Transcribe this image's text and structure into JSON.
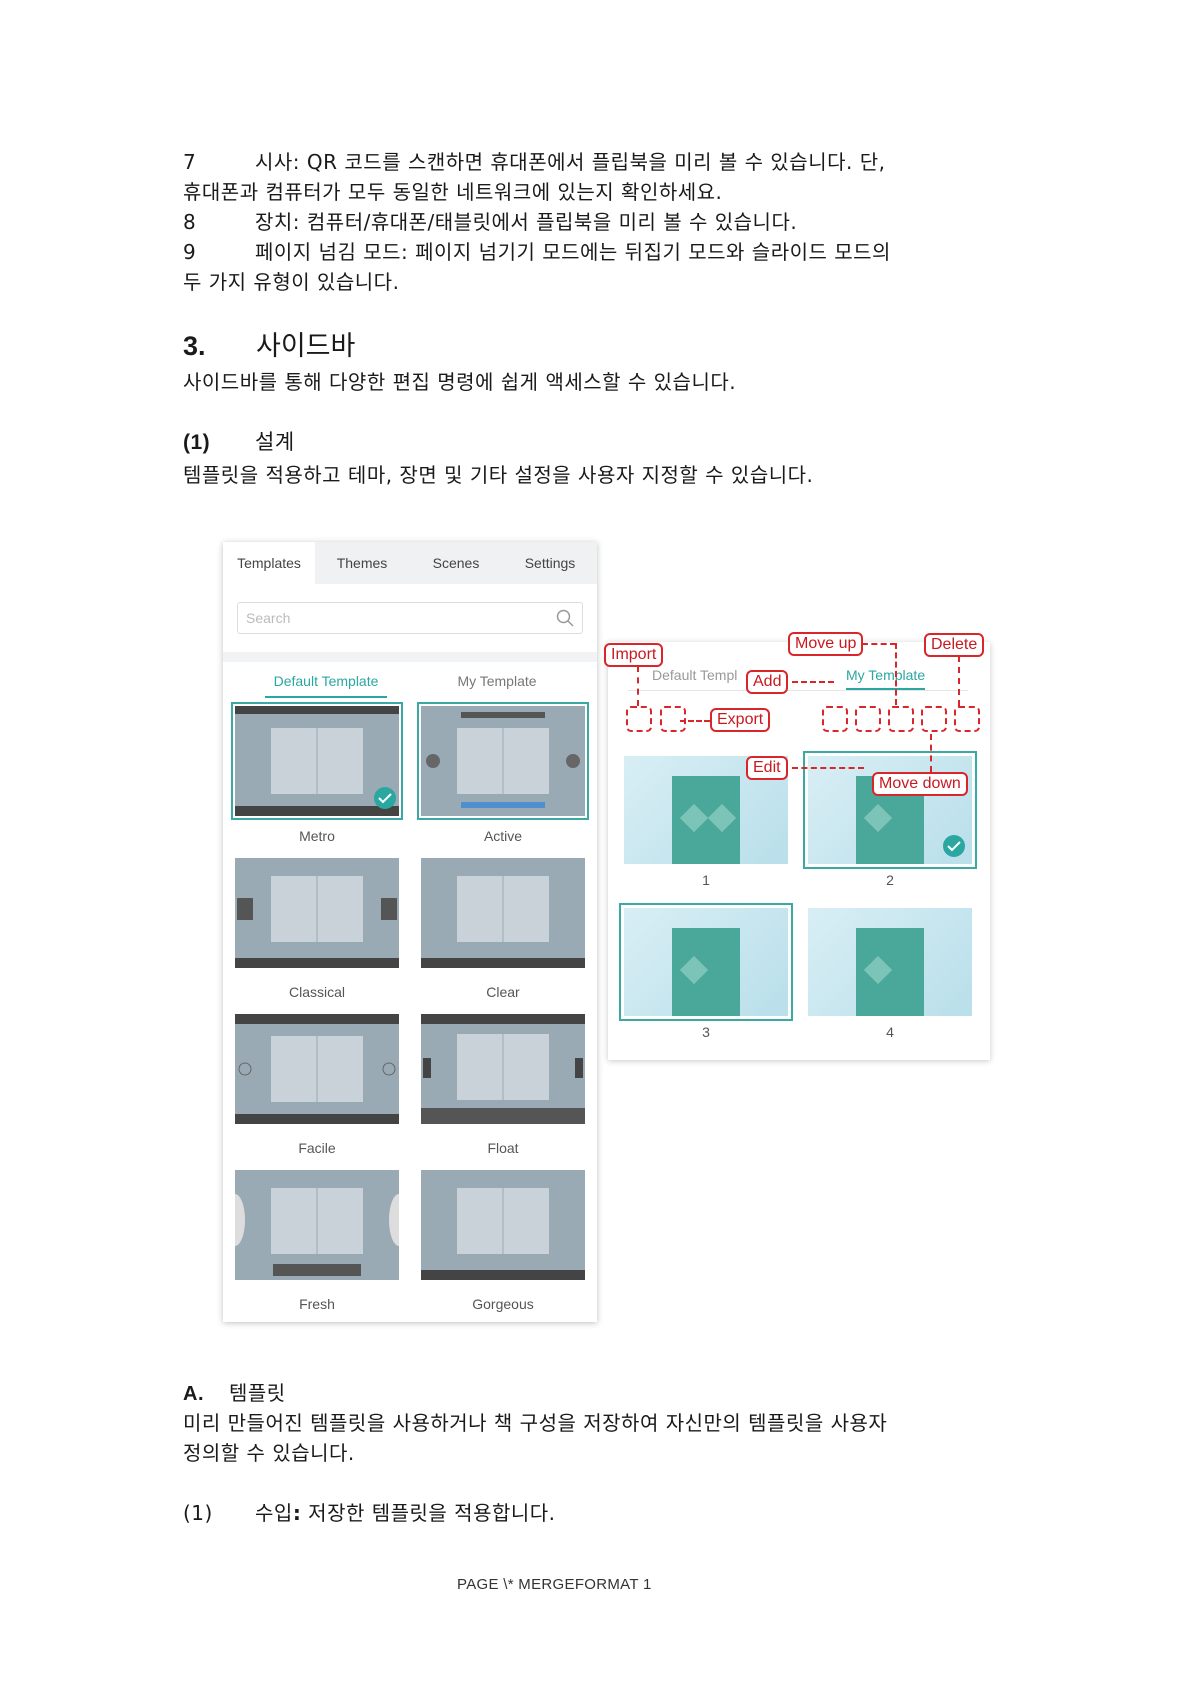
{
  "body": {
    "line7_num": "7",
    "line7_text": "시사: QR 코드를 스캔하면 휴대폰에서 플립북을 미리 볼 수 있습니다. 단,",
    "line7_cont": "휴대폰과 컴퓨터가 모두 동일한 네트워크에 있는지 확인하세요.",
    "line8_num": "8",
    "line8_text": "장치: 컴퓨터/휴대폰/태블릿에서 플립북을 미리 볼 수 있습니다.",
    "line9_num": "9",
    "line9_text": "페이지 넘김 모드: 페이지 넘기기 모드에는 뒤집기 모드와 슬라이드 모드의",
    "line9_cont": "두 가지 유형이 있습니다.",
    "section3_num": "3.",
    "section3_title": "사이드바",
    "section3_desc": "사이드바를 통해 다양한 편집 명령에 쉽게 액세스할 수 있습니다.",
    "sub1_num": "(1)",
    "sub1_title": "설계",
    "sub1_desc": "템플릿을 적용하고 테마, 장면 및 기타 설정을 사용자 지정할 수 있습니다.",
    "subA_num": "A.",
    "subA_title": "템플릿",
    "subA_desc1": "미리 만들어진 템플릿을 사용하거나 책 구성을 저장하여 자신만의 템플릿을 사용자",
    "subA_desc2": "정의할 수 있습니다.",
    "item1_num": "(1)",
    "item1_label": "수입",
    "item1_colon": ":",
    "item1_text": " 저장한 템플릿을 적용합니다."
  },
  "left_panel": {
    "tabs": [
      "Templates",
      "Themes",
      "Scenes",
      "Settings"
    ],
    "search_placeholder": "Search",
    "subtabs": [
      "Default Template",
      "My Template"
    ],
    "templates": [
      "Metro",
      "Active",
      "Classical",
      "Clear",
      "Facile",
      "Float",
      "Fresh",
      "Gorgeous"
    ]
  },
  "right_panel": {
    "tabs": [
      "Default Templ",
      "My Template"
    ],
    "numbers": [
      "1",
      "2",
      "3",
      "4"
    ],
    "callouts": {
      "import": "Import",
      "add": "Add",
      "export": "Export",
      "move_up": "Move up",
      "delete": "Delete",
      "edit": "Edit",
      "move_down": "Move down"
    }
  },
  "footer": "PAGE  \\* MERGEFORMAT 1",
  "colors": {
    "accent": "#2aa7a0",
    "callout": "#d8262b",
    "thumb": "#9aaab4"
  }
}
